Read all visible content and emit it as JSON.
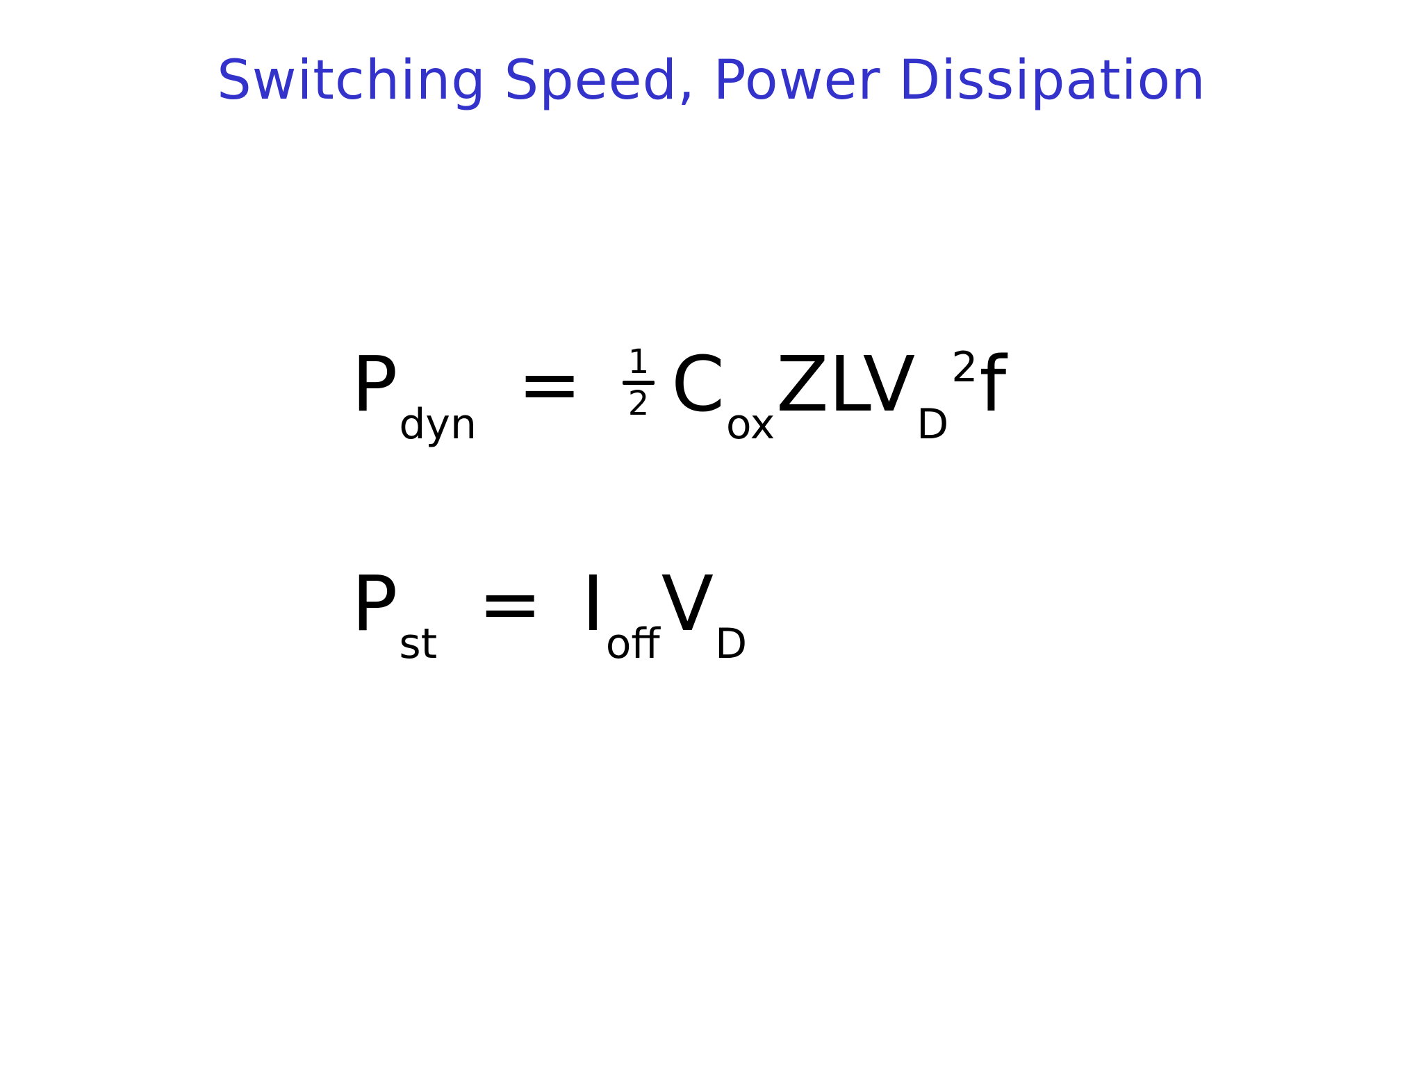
{
  "slide": {
    "title": "Switching Speed, Power Dissipation"
  },
  "equation_dynamic": {
    "P": "P",
    "P_sub": "dyn",
    "equals": "=",
    "frac_num": "1",
    "frac_den": "2",
    "C": "C",
    "C_sub": "ox",
    "ZLV": "ZLV",
    "V_sub": "D",
    "V_sup": "2",
    "f": "f"
  },
  "equation_static": {
    "P": "P",
    "P_sub": "st",
    "equals": "=",
    "I": "I",
    "I_sub": "off",
    "V": "V",
    "V_sub": "D"
  },
  "colors": {
    "title": "#3333cc",
    "equation": "#000000",
    "background": "#ffffff"
  }
}
